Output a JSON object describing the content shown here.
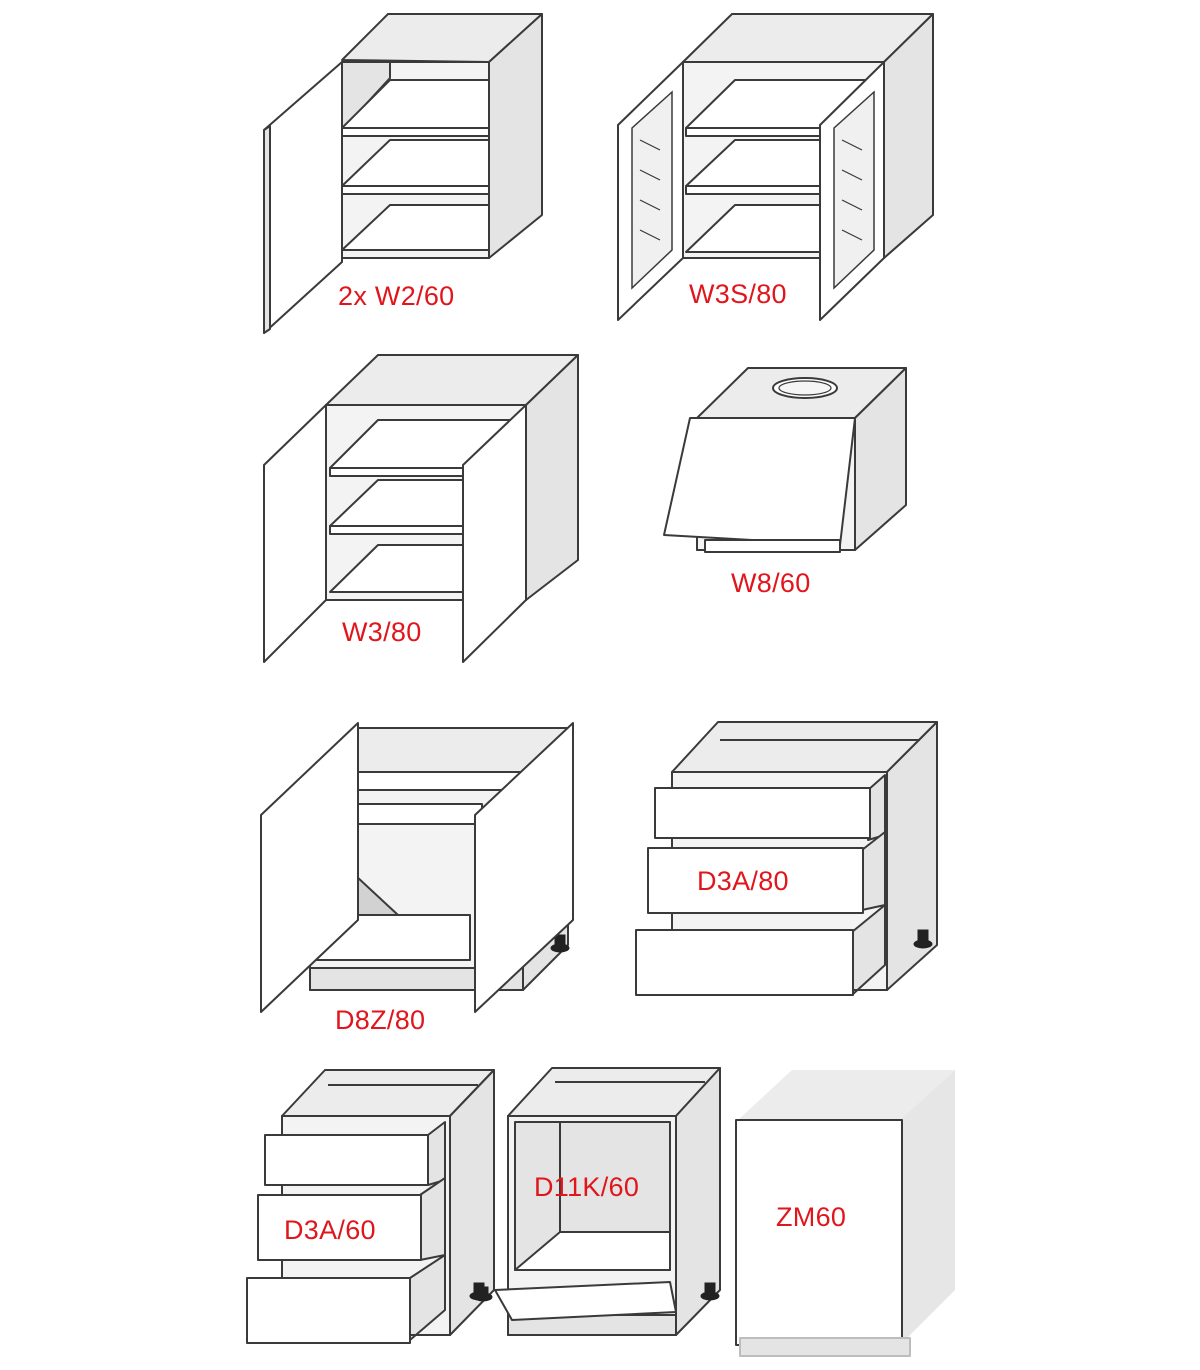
{
  "cabinets": [
    {
      "id": "w2-60",
      "label": "2x W2/60"
    },
    {
      "id": "w3s-80",
      "label": "W3S/80"
    },
    {
      "id": "w3-80",
      "label": "W3/80"
    },
    {
      "id": "w8-60",
      "label": "W8/60"
    },
    {
      "id": "d8z-80",
      "label": "D8Z/80"
    },
    {
      "id": "d3a-80",
      "label": "D3A/80"
    },
    {
      "id": "d3a-60",
      "label": "D3A/60"
    },
    {
      "id": "d11k-60",
      "label": "D11K/60"
    },
    {
      "id": "zm60",
      "label": "ZM60"
    }
  ],
  "colors": {
    "label": "#e0161c",
    "outline": "#3a3a3a",
    "side": "#e4e4e4",
    "top": "#ececec"
  }
}
